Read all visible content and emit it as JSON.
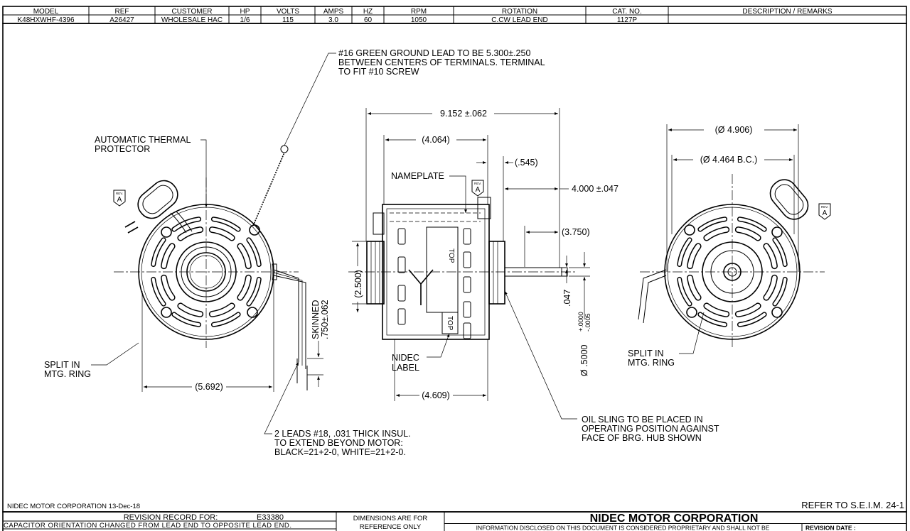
{
  "spec_table": {
    "headers": [
      "MODEL",
      "REF",
      "CUSTOMER",
      "HP",
      "VOLTS",
      "AMPS",
      "HZ",
      "RPM",
      "ROTATION",
      "CAT. NO.",
      "DESCRIPTION / REMARKS"
    ],
    "values": [
      "K48HXWHF-4396",
      "A26427",
      "WHOLESALE HAC",
      "1/6",
      "115",
      "3.0",
      "60",
      "1050",
      "C.CW LEAD END",
      "1127P",
      ""
    ]
  },
  "callouts": {
    "ground_lead": [
      "#16 GREEN GROUND LEAD TO BE 5.300±.250",
      "BETWEEN CENTERS OF TERMINALS. TERMINAL",
      "TO FIT #10 SCREW"
    ],
    "thermal_protector": [
      "AUTOMATIC THERMAL",
      "PROTECTOR"
    ],
    "split_ring_left": [
      "SPLIT IN",
      "MTG. RING"
    ],
    "split_ring_right": [
      "SPLIT IN",
      "MTG. RING"
    ],
    "leads": [
      "2 LEADS #18, .031 THICK INSUL.",
      "TO EXTEND BEYOND MOTOR:",
      "BLACK=21+2-0, WHITE=21+2-0."
    ],
    "nameplate": "NAMEPLATE",
    "nidec_label": [
      "NIDEC",
      "LABEL"
    ],
    "oil_sling": [
      "OIL SLING TO BE PLACED IN",
      "OPERATING POSITION AGAINST",
      "FACE OF BRG. HUB SHOWN"
    ],
    "top": "TOP",
    "rev_tag": {
      "small": "REV.",
      "letter": "A"
    }
  },
  "dimensions": {
    "overall_length": "9.152 ±.062",
    "body_length": "(4.064)",
    "hub": "(.545)",
    "shaft_total": "4.000 ±.047",
    "shaft_flat": "(3.750)",
    "hub_dia": "(2.500)",
    "mount_length": "(4.609)",
    "flat_depth": ".047",
    "shaft_dia": "Ø .5000",
    "shaft_tol_plus": "+.0000",
    "shaft_tol_minus": "-.0005",
    "width_left": "(5.692)",
    "skinned": [
      "SKINNED",
      ".750±.062"
    ],
    "outer_dia": "(Ø 4.906)",
    "bolt_circle": "(Ø 4.464 B.C.)"
  },
  "footer": {
    "company_date": "NIDEC MOTOR CORPORATION 13-Dec-18",
    "refer": "REFER TO S.E.I.M. 24-1",
    "revision_record_label": "REVISION RECORD FOR:",
    "revision_record_no": "E33380",
    "revision_note": "CAPACITOR ORIENTATION CHANGED FROM LEAD END TO OPPOSITE LEAD END.",
    "dimensions_note": [
      "DIMENSIONS ARE FOR",
      "REFERENCE ONLY"
    ],
    "company": "NIDEC MOTOR CORPORATION",
    "proprietary": "INFORMATION DISCLOSED ON THIS DOCUMENT IS CONSIDERED PROPRIETARY AND SHALL NOT BE",
    "revision_date_label": "REVISION DATE :"
  }
}
